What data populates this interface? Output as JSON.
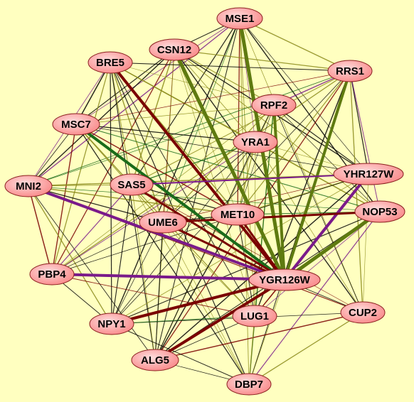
{
  "colors": {
    "background": "#ffffc0",
    "node_fill": "#f98a8a",
    "node_highlight": "#ffdede",
    "node_stroke": "#8a2020",
    "edge_black": "#000000",
    "edge_olive": "#8a8a1a",
    "edge_darkred": "#7a0000",
    "edge_green": "#1a6b1a",
    "edge_olivegreen": "#5e7a10",
    "edge_purple": "#7a1a8a"
  },
  "nodes": [
    {
      "id": "MSE1",
      "label": "MSE1"
    },
    {
      "id": "CSN12",
      "label": "CSN12"
    },
    {
      "id": "BRE5",
      "label": "BRE5"
    },
    {
      "id": "RRS1",
      "label": "RRS1"
    },
    {
      "id": "RPF2",
      "label": "RPF2"
    },
    {
      "id": "MSC7",
      "label": "MSC7"
    },
    {
      "id": "YRA1",
      "label": "YRA1"
    },
    {
      "id": "YHR127W",
      "label": "YHR127W"
    },
    {
      "id": "MNI2",
      "label": "MNI2"
    },
    {
      "id": "SAS5",
      "label": "SAS5"
    },
    {
      "id": "NOP53",
      "label": "NOP53"
    },
    {
      "id": "UME6",
      "label": "UME6"
    },
    {
      "id": "MET10",
      "label": "MET10"
    },
    {
      "id": "PBP4",
      "label": "PBP4"
    },
    {
      "id": "YGR126W",
      "label": "YGR126W"
    },
    {
      "id": "CUP2",
      "label": "CUP2"
    },
    {
      "id": "LUG1",
      "label": "LUG1"
    },
    {
      "id": "NPY1",
      "label": "NPY1"
    },
    {
      "id": "ALG5",
      "label": "ALG5"
    },
    {
      "id": "DBP7",
      "label": "DBP7"
    }
  ],
  "thick_edges": [
    {
      "source": "BRE5",
      "target": "YGR126W",
      "color": "edge_darkred",
      "weight": 4
    },
    {
      "source": "MSE1",
      "target": "YGR126W",
      "color": "edge_olivegreen",
      "weight": 5
    },
    {
      "source": "CSN12",
      "target": "YGR126W",
      "color": "edge_olivegreen",
      "weight": 5
    },
    {
      "source": "RPF2",
      "target": "YGR126W",
      "color": "edge_olivegreen",
      "weight": 4
    },
    {
      "source": "RRS1",
      "target": "YGR126W",
      "color": "edge_olivegreen",
      "weight": 4
    },
    {
      "source": "NOP53",
      "target": "YGR126W",
      "color": "edge_olivegreen",
      "weight": 5
    },
    {
      "source": "YHR127W",
      "target": "YGR126W",
      "color": "edge_purple",
      "weight": 4
    },
    {
      "source": "PBP4",
      "target": "YGR126W",
      "color": "edge_purple",
      "weight": 4
    },
    {
      "source": "MNI2",
      "target": "YGR126W",
      "color": "edge_purple",
      "weight": 4
    },
    {
      "source": "MSC7",
      "target": "YGR126W",
      "color": "edge_green",
      "weight": 4
    },
    {
      "source": "SAS5",
      "target": "YGR126W",
      "color": "edge_darkred",
      "weight": 3
    },
    {
      "source": "UME6",
      "target": "YGR126W",
      "color": "edge_darkred",
      "weight": 3
    },
    {
      "source": "NPY1",
      "target": "YGR126W",
      "color": "edge_darkred",
      "weight": 4
    },
    {
      "source": "ALG5",
      "target": "YGR126W",
      "color": "edge_darkred",
      "weight": 4
    },
    {
      "source": "UME6",
      "target": "NOP53",
      "color": "edge_darkred",
      "weight": 3
    },
    {
      "source": "MET10",
      "target": "YGR126W",
      "color": "edge_darkred",
      "weight": 3
    },
    {
      "source": "SAS5",
      "target": "YHR127W",
      "color": "edge_purple",
      "weight": 2
    }
  ]
}
